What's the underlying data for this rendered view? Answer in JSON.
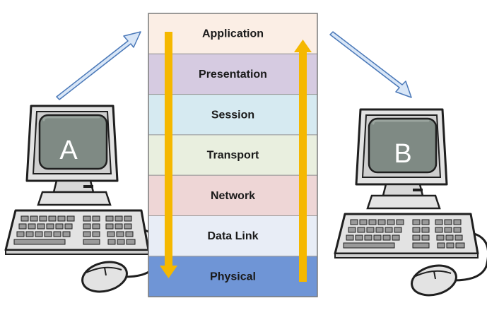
{
  "layers": [
    {
      "label": "Application",
      "color": "#fbeee5"
    },
    {
      "label": "Presentation",
      "color": "#d6cbe1"
    },
    {
      "label": "Session",
      "color": "#d6eaf1"
    },
    {
      "label": "Transport",
      "color": "#e9efdf"
    },
    {
      "label": "Network",
      "color": "#eed6d6"
    },
    {
      "label": "Data Link",
      "color": "#e8edf6"
    },
    {
      "label": "Physical",
      "color": "#6f95d6"
    }
  ],
  "computers": {
    "left": {
      "letter": "A"
    },
    "right": {
      "letter": "B"
    }
  },
  "colors": {
    "flow_arrow": "#f5b800",
    "link_arrow_fill": "#d8e6f7",
    "link_arrow_stroke": "#4a78b8",
    "screen": "#7f8a84",
    "body": "#e3e3e3",
    "outline": "#1f1f1f"
  }
}
